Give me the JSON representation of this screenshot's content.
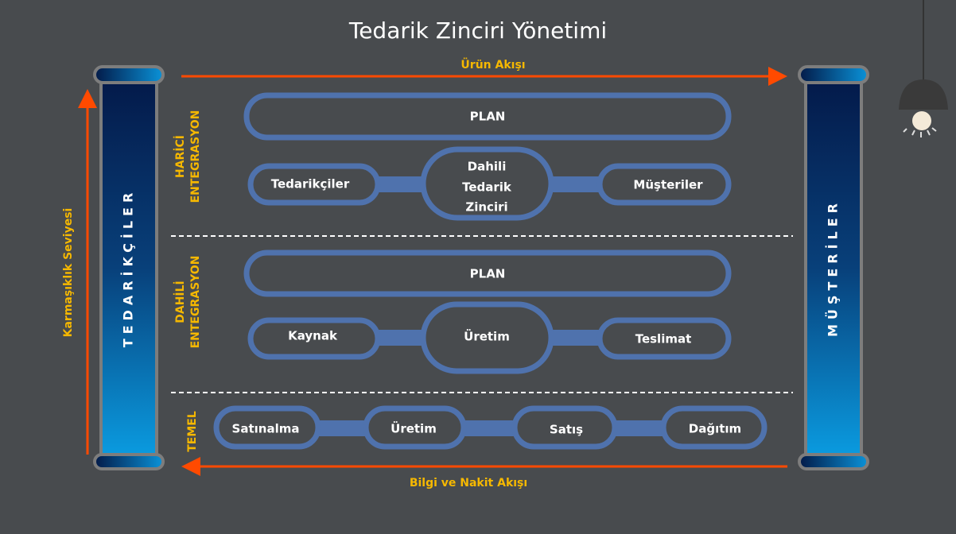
{
  "title": "Tedarik Zinciri Yönetimi",
  "flows": {
    "top": "Ürün Akışı",
    "bottom": "Bilgi ve Nakit Akışı",
    "left": "Karmaşıklık Seviyesi"
  },
  "columns": {
    "left": "TEDARİKÇİLER",
    "right": "MÜŞTERİLER"
  },
  "sections": {
    "external": {
      "label1": "HARİCİ",
      "label2": "ENTEGRASYON",
      "plan": "PLAN",
      "left": "Tedarikçiler",
      "center": [
        "Dahili",
        "Tedarik",
        "Zinciri"
      ],
      "right": "Müşteriler"
    },
    "internal": {
      "label1": "DAHİLİ",
      "label2": "ENTEGRASYON",
      "plan": "PLAN",
      "left": "Kaynak",
      "center": "Üretim",
      "right": "Teslimat"
    },
    "base": {
      "label": "TEMEL",
      "items": [
        "Satınalma",
        "Üretim",
        "Satış",
        "Dağıtım"
      ]
    }
  },
  "colors": {
    "background": "#484b4e",
    "accent": "#4f72ad",
    "arrow": "#ff4a00",
    "label": "#f6b800"
  }
}
